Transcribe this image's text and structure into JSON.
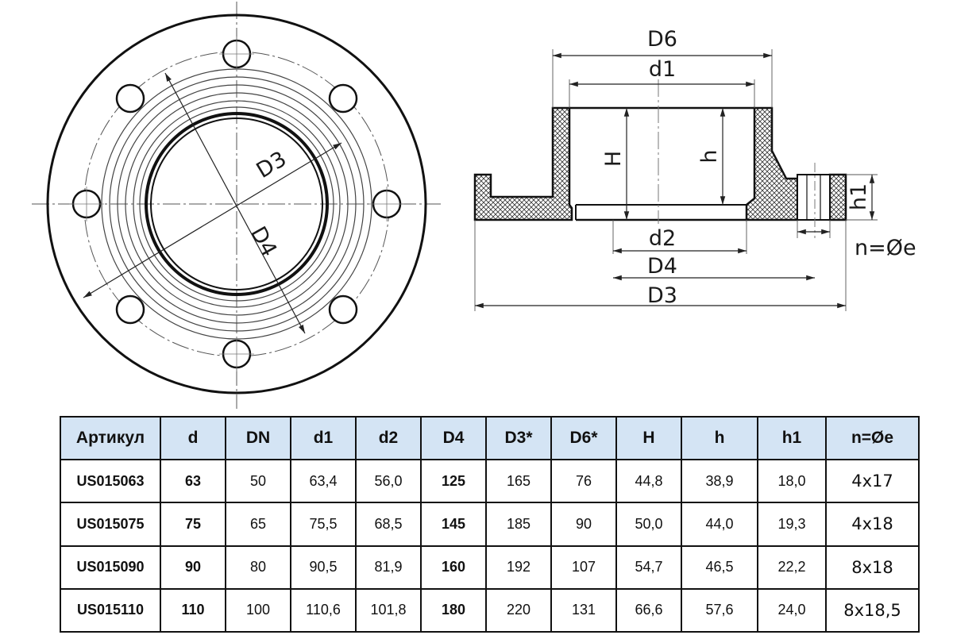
{
  "front_view": {
    "labels": {
      "d3": "D3",
      "d4": "D4"
    }
  },
  "section_view": {
    "labels": {
      "d6": "D6",
      "d1": "d1",
      "H": "H",
      "h": "h",
      "h1": "h1",
      "d2": "d2",
      "d4": "D4",
      "d3": "D3",
      "holes": "n=Øe"
    }
  },
  "table": {
    "headers": [
      "Артикул",
      "d",
      "DN",
      "d1",
      "d2",
      "D4",
      "D3*",
      "D6*",
      "H",
      "h",
      "h1",
      "n=Øe"
    ],
    "rows": [
      [
        "US015063",
        "63",
        "50",
        "63,4",
        "56,0",
        "125",
        "165",
        "76",
        "44,8",
        "38,9",
        "18,0",
        "4x17"
      ],
      [
        "US015075",
        "75",
        "65",
        "75,5",
        "68,5",
        "145",
        "185",
        "90",
        "50,0",
        "44,0",
        "19,3",
        "4x18"
      ],
      [
        "US015090",
        "90",
        "80",
        "90,5",
        "81,9",
        "160",
        "192",
        "107",
        "54,7",
        "46,5",
        "22,2",
        "8x18"
      ],
      [
        "US015110",
        "110",
        "100",
        "110,6",
        "101,8",
        "180",
        "220",
        "131",
        "66,6",
        "57,6",
        "24,0",
        "8x18,5"
      ]
    ]
  }
}
